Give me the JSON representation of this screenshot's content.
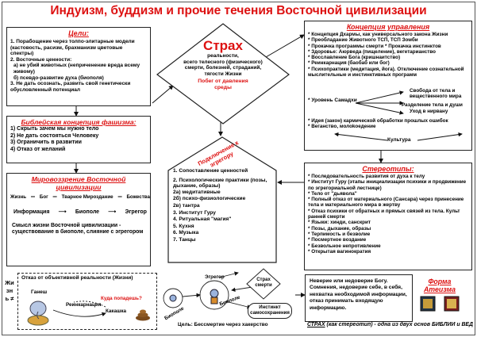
{
  "title": "Индуизм, буддизм и прочие течения Восточной цивилизации",
  "goals": {
    "header": "Цели:",
    "items": [
      "1. Порабощение через толпо-элитарные модели (кастовость, расизм, брахманизм цветовые спектры)",
      "2. Восточные ценности:",
      "а) не убий животных (неприченение вреда всему живому)",
      "б) псевдо-развитие духа (биополя)",
      "3. Не дать осознать, развить свой генетически обусловленный потенциал"
    ]
  },
  "fear": {
    "title": "Страх",
    "lines": [
      "реальности,",
      "всего телесного (физического)",
      "смерти, болезней, страданий,",
      "тягости Жизни"
    ],
    "escape": "Побег от давления среды"
  },
  "control": {
    "header": "Концепция управления",
    "items": [
      "* Концепция Дхармы, как универсального закона Жизни",
      "* Преобладание Животного ТСП, ТСП Зомби",
      "* Прокачка программы смерти * Прокачка инстинктов",
      "* Здоровье: Аюрведа (пищеление), вегетарианство",
      "* Восславление Бога (кришнаитство)",
      "* Реинкарнация (баобаб или бог)",
      "* Психопрактики (медитация, йога). Отключение сознательной мыслительные и инстинктивных программ"
    ],
    "samadhi": "* Уровень Самадхи",
    "freedom": "Свобода от тела и вещественного мира",
    "separation": "Разделение тела и души",
    "nirvana": "Уход в нирвану",
    "items2": [
      "* Идея (закон) кармической обработки прошлых ошибок",
      "* Веганство, молоkоедение"
    ],
    "culture": "Культура"
  },
  "bible": {
    "header": "Библейская концепция фашизма:",
    "items": [
      "1) Скрыть зачем мы нужно тело",
      "2) Не дать состояться Человеку",
      "3) Ограничить в развитии",
      "4) Отказ от желаний"
    ]
  },
  "egregor": {
    "title": "Подключение к эгрегору",
    "items": [
      "1. Сопоставление ценностей",
      "2. Психологические практики (позы, дыхание, образы)",
      "2а) медитативные",
      "2б) психо-физиологические",
      "2в) тантра",
      "3. Институт Гуру",
      "4. Ритуальная \"магия\"",
      "5. Кухня",
      "6. Музыка",
      "7. Танцы"
    ]
  },
  "stereotypes": {
    "header": "Стереотипы:",
    "items": [
      "* Последовательность развития от духа к телу",
      "* Институт Гуру (этапы инициализации психики и продвижение по эгрегориальной лестнице)",
      "* Тело от \"дьявола\"",
      "* Полный отказ от материального (Сансара) через принесение тела и материального мира в жертву",
      "* Отказ психики от обратных и прямых связей из тела. Культ ранней смерти",
      "* Языки: хинди, санскрит",
      "* Позы, дыхание, образы",
      "* Терпимость и безволие",
      "* Посмертное воздание",
      "* Безвольное непротивление",
      "* Открытая вагинократия"
    ]
  },
  "worldview": {
    "header": "Мировоззрение Восточной цивилизации",
    "chain": [
      "Жизнь",
      "Бог",
      "Тварное Мироздание",
      "Божества"
    ],
    "info_chain": [
      "Информация",
      "Биополе",
      "Эгрегор"
    ],
    "meaning": "Смысл жизни Восточной цивилизации - существование в биополе, слияние с эгрегором"
  },
  "reality": {
    "side_text": "Жизнь ≠",
    "header": "Отказ от объективной реальности (Жизни)",
    "ganesh": "Ганеш",
    "reincarnation": "Реинкарнация",
    "question": "Куда попадешь?",
    "poop": "Какашка",
    "egregor": "Эгрегор",
    "biopole1": "Биополе",
    "biopole2": "Биополе",
    "fear_death": "Страх смерти",
    "instinct": "Инстинкт самосохранения",
    "goal": "Цель: Бессмертие через хакерство"
  },
  "atheism": {
    "text": "Неверие или недоверие Богу. Сомнения, недоверие себе, в себя, нехватка необходимой информации, отказ принимать входящую информацию.",
    "header": "Форма Атеизма",
    "note_prefix": "СТРАХ",
    "note_rest": "(как стереотип) - одна из двух основ БИБЛИИ и ВЕД"
  }
}
